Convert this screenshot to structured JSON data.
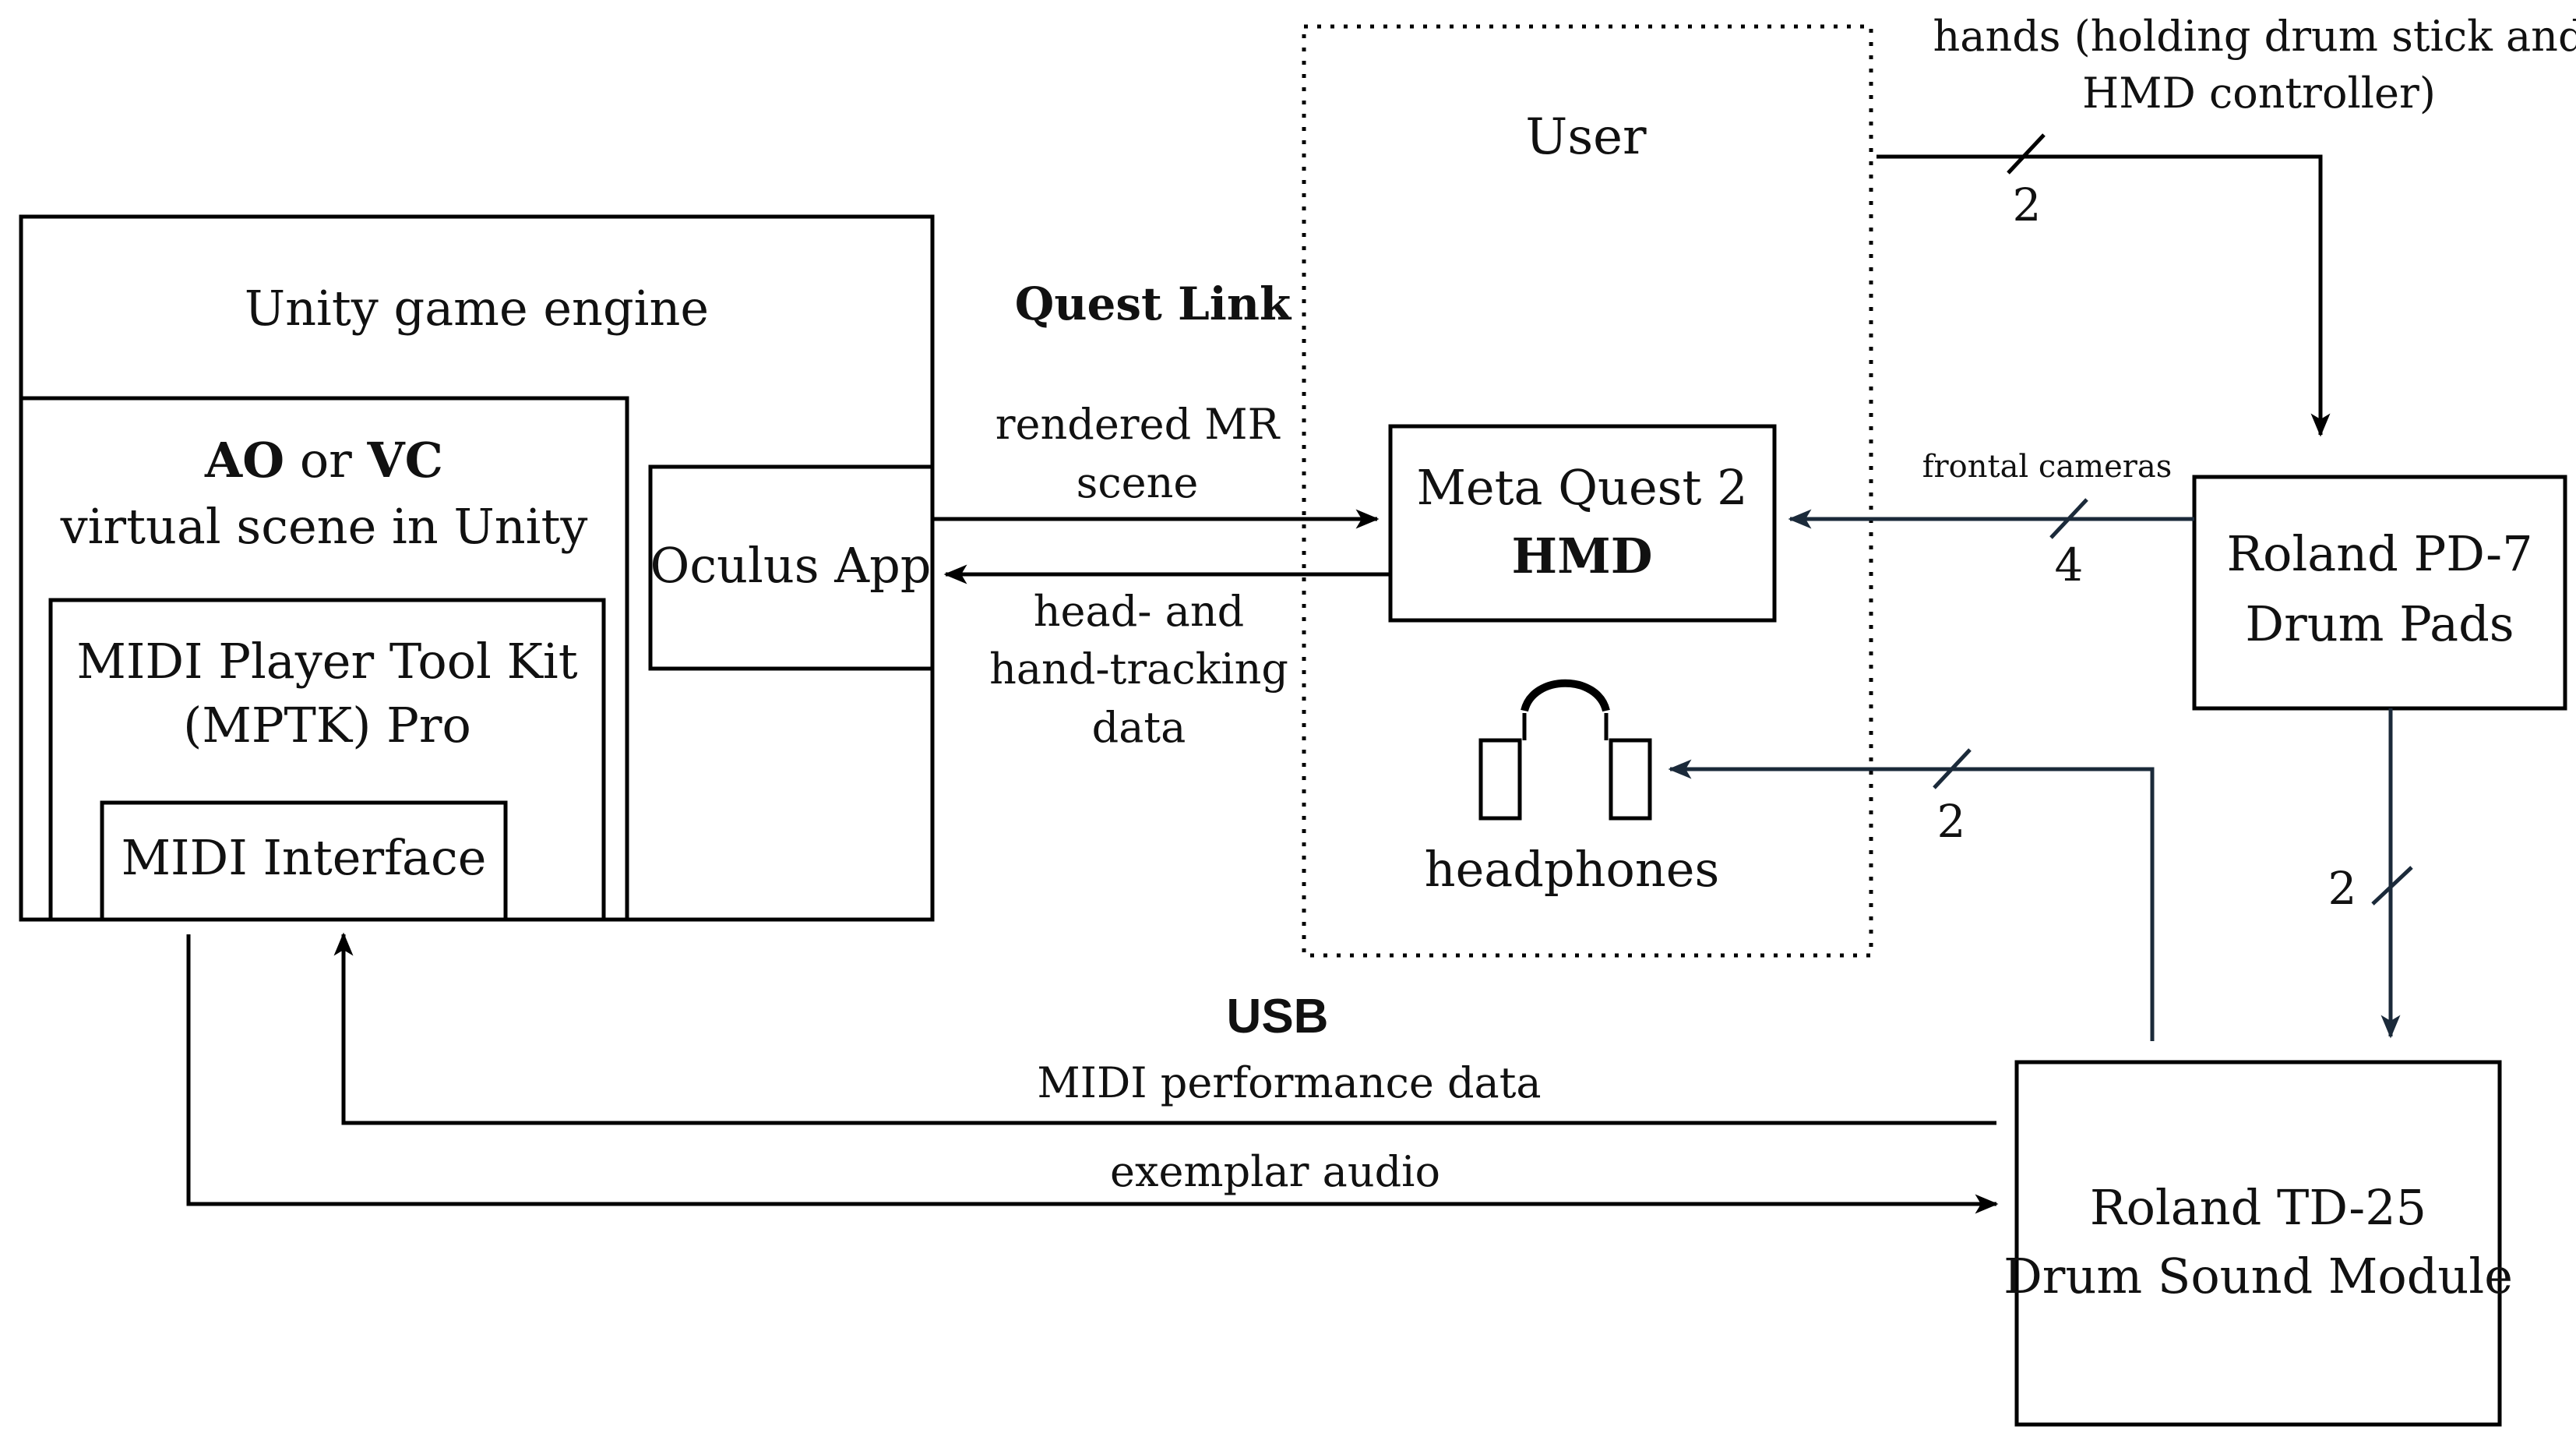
{
  "boxes": {
    "unity_title": "Unity game engine",
    "virtual_scene": {
      "line1_a": "AO",
      "line1_b": " or ",
      "line1_c": "VC",
      "line2": "virtual scene in Unity"
    },
    "mptk": {
      "line1": "MIDI Player Tool Kit",
      "line2": "(MPTK) Pro"
    },
    "midi_interface": "MIDI Interface",
    "oculus_app": "Oculus App",
    "user": "User",
    "meta_quest": {
      "line1": "Meta Quest 2",
      "line2": "HMD"
    },
    "headphones": "headphones",
    "pd7": {
      "line1": "Roland PD-7",
      "line2": "Drum Pads"
    },
    "td25": {
      "line1": "Roland TD-25",
      "line2": "Drum Sound Module"
    }
  },
  "labels": {
    "quest_link": "Quest Link",
    "rendered_mr": {
      "line1": "rendered MR",
      "line2": "scene"
    },
    "tracking": {
      "line1": "head- and",
      "line2": "hand-tracking",
      "line3": "data"
    },
    "hands": {
      "line1": "hands (holding drum stick and",
      "line2": "HMD controller)"
    },
    "frontal_cameras": "frontal cameras",
    "usb": "USB",
    "midi_perf": "MIDI performance data",
    "exemplar_audio": "exemplar audio"
  },
  "multiplicity": {
    "hands_to_pads": "2",
    "pads_to_hmd": "4",
    "td25_to_headphones": "2",
    "pads_to_td25": "2"
  },
  "colors": {
    "line_black": "#000000",
    "line_navy": "#1b2a3a"
  }
}
